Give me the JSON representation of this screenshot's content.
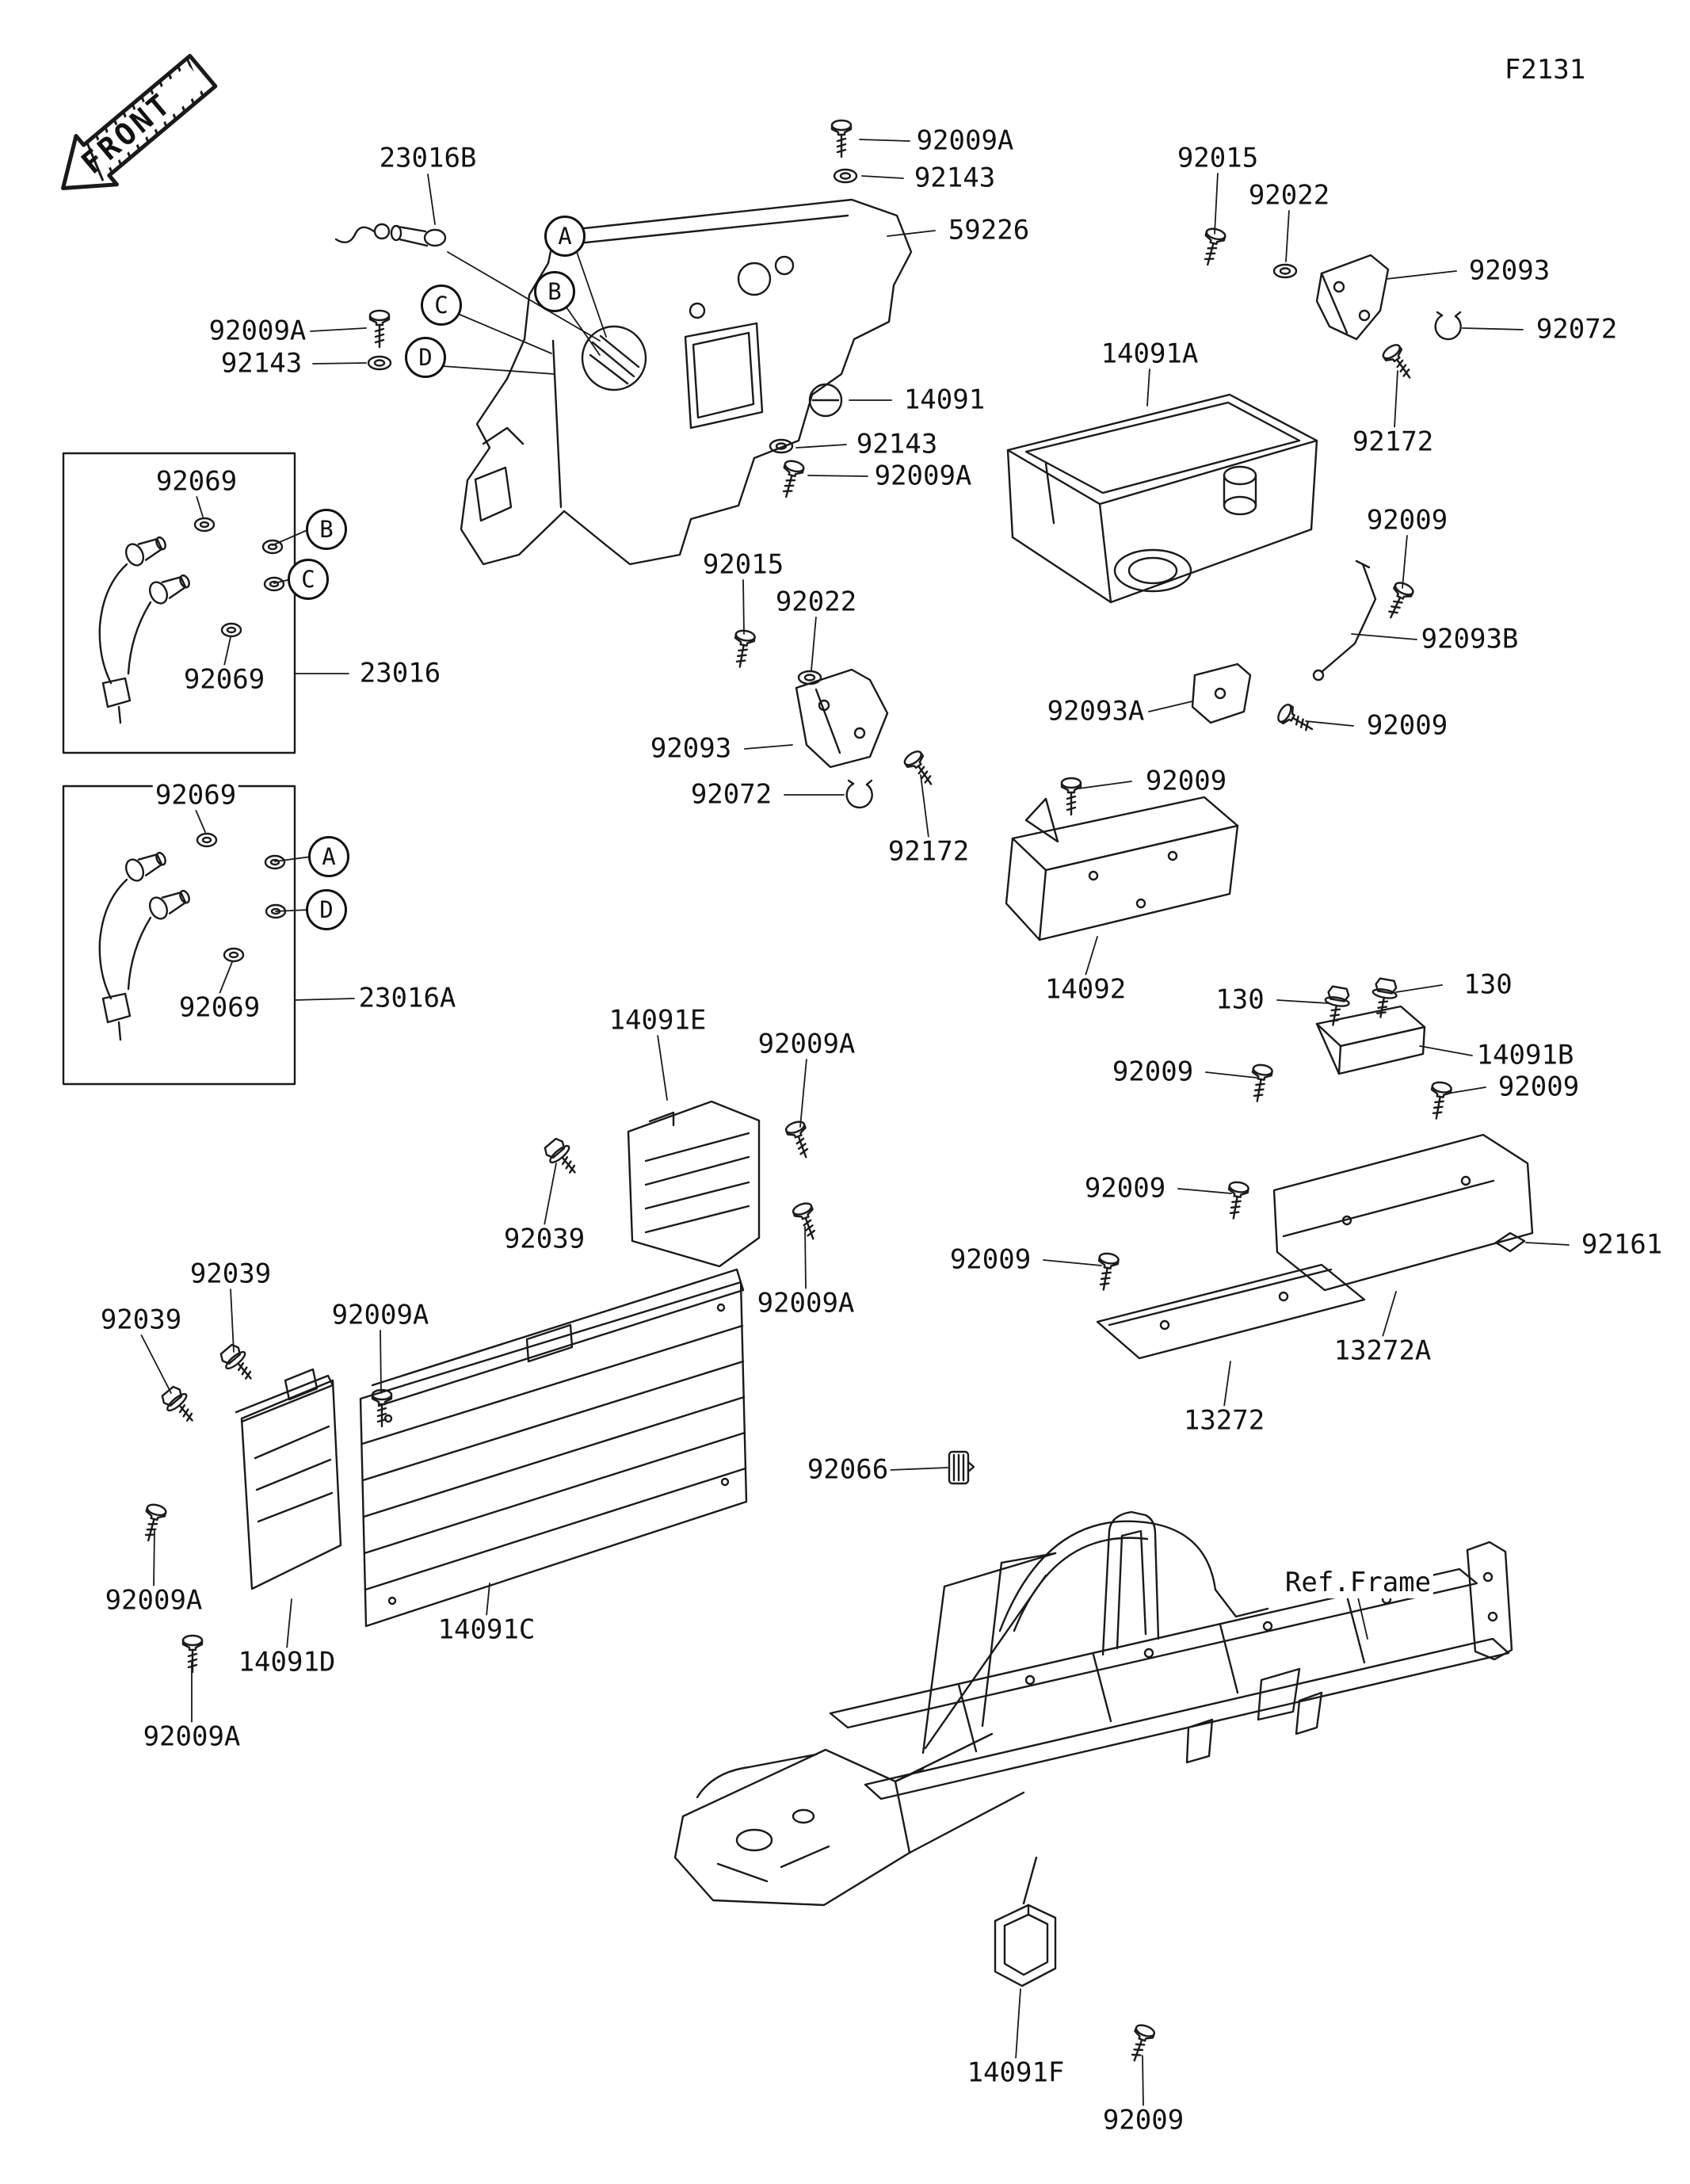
{
  "page": {
    "code": "F2131",
    "front": "FRONT",
    "ref_frame": "Ref.Frame"
  },
  "labels": [
    "23016B",
    "92009A",
    "92143",
    "59226",
    "92009A",
    "92143",
    "14091",
    "92143",
    "92009A",
    "92015",
    "92022",
    "92093",
    "92072",
    "14091A",
    "92172",
    "92009",
    "92093B",
    "92093A",
    "92009",
    "92015",
    "92022",
    "92093",
    "92072",
    "92172",
    "92009",
    "14092",
    "92069",
    "92069",
    "23016",
    "92069",
    "92069",
    "23016A",
    "130",
    "130",
    "14091B",
    "92009",
    "92009",
    "92009",
    "92009",
    "92161",
    "13272A",
    "13272",
    "14091E",
    "92009A",
    "92039",
    "92009A",
    "92039",
    "92039",
    "92009A",
    "92009A",
    "14091D",
    "92009A",
    "14091C",
    "92066",
    "14091F",
    "92009"
  ],
  "callouts": [
    "A",
    "B",
    "C",
    "D",
    "B",
    "C",
    "A",
    "D"
  ]
}
